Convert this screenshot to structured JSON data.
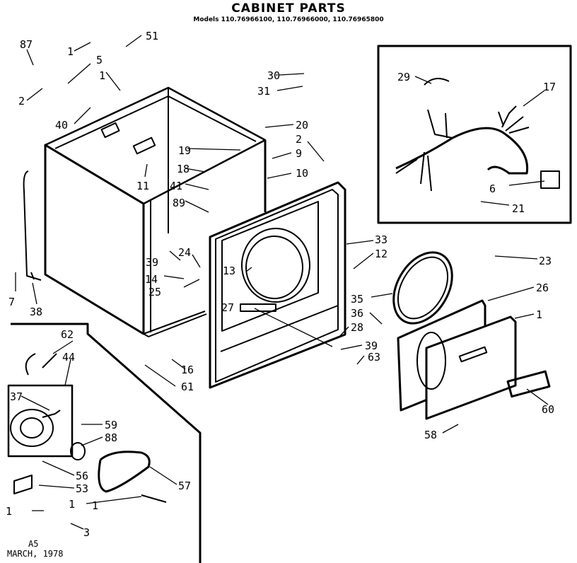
{
  "title": "CABINET PARTS",
  "models_line": "Models 110.76966100, 110.76966000, 110.76965800",
  "footer": {
    "code": "A5",
    "date": "MARCH, 1978"
  },
  "callouts": [
    "87",
    "51",
    "5",
    "1",
    "2",
    "40",
    "1",
    "30",
    "31",
    "29",
    "17",
    "20",
    "2",
    "19",
    "9",
    "18",
    "10",
    "41",
    "11",
    "89",
    "6",
    "21",
    "33",
    "12",
    "39",
    "24",
    "23",
    "13",
    "14",
    "25",
    "35",
    "26",
    "36",
    "1",
    "7",
    "38",
    "27",
    "28",
    "39",
    "63",
    "62",
    "44",
    "16",
    "61",
    "37",
    "60",
    "59",
    "88",
    "58",
    "56",
    "57",
    "53",
    "1",
    "3",
    "1",
    "1"
  ]
}
